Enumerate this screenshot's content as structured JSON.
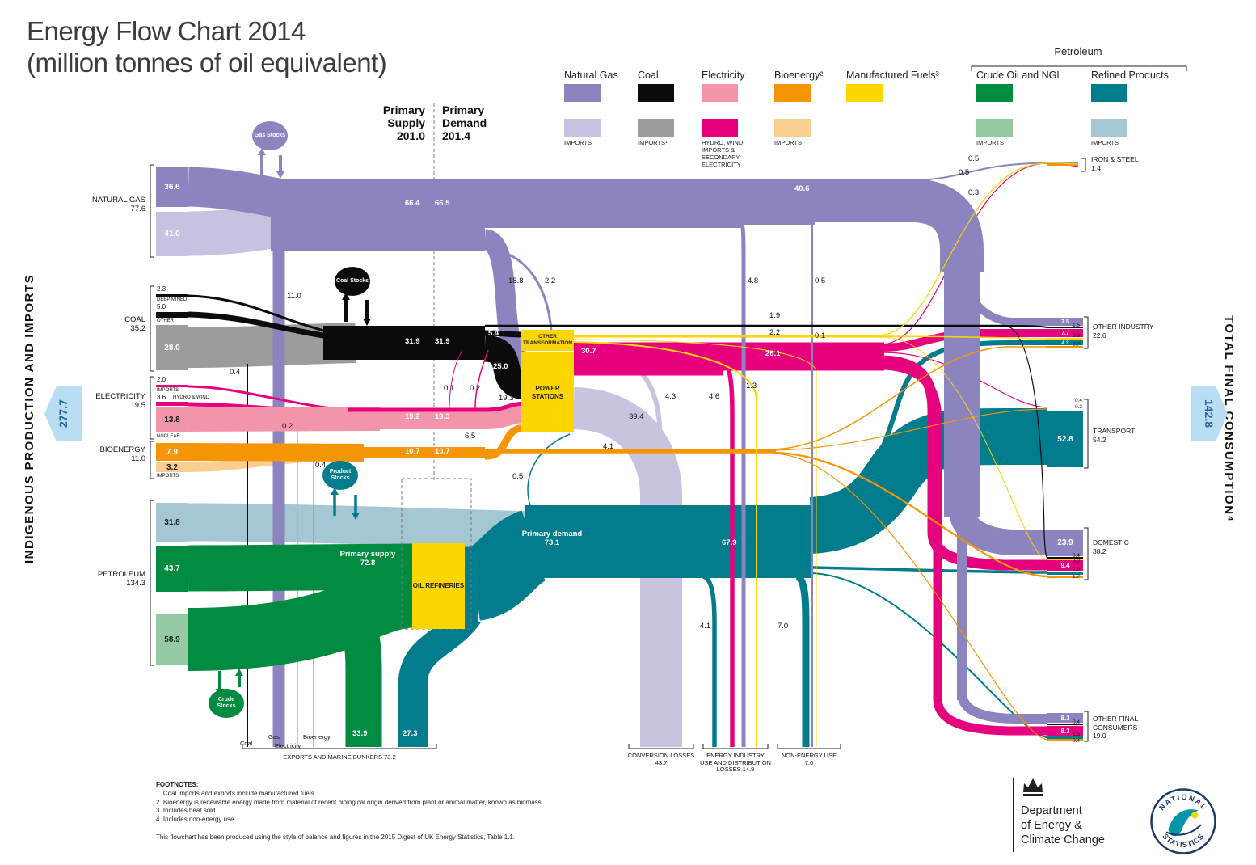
{
  "title": {
    "line1": "Energy Flow Chart 2014",
    "line2": "(million tonnes of oil equivalent)"
  },
  "colors": {
    "gas": "#8c84bf",
    "gasimp": "#c7c2e2",
    "coal": "#0b0b0b",
    "coalimp": "#9c9c9b",
    "elec": "#f295ab",
    "elec2": "#e6017e",
    "bio": "#f39504",
    "bioimp": "#f9cf8f",
    "mf": "#fdd501",
    "crude": "#008b41",
    "crudeimp": "#94c9a4",
    "ref": "#007c8c",
    "refimp": "#a5c6d3",
    "loss": "#c8c3df",
    "badge": "#b9ddf3",
    "badgetext": "#2a6496",
    "ink": "#1a1a1a"
  },
  "legend": {
    "petroleum_group": "Petroleum",
    "items": [
      {
        "label": "Natural Gas",
        "sub": "IMPORTS"
      },
      {
        "label": "Coal",
        "sub": "IMPORTS¹"
      },
      {
        "label": "Electricity",
        "sub": "HYDRO, WIND, IMPORTS & SECONDARY ELECTRICITY"
      },
      {
        "label": "Bioenergy²",
        "sub": "IMPORTS"
      },
      {
        "label": "Manufactured Fuels³",
        "sub": ""
      },
      {
        "label": "Crude Oil and NGL",
        "sub": "IMPORTS"
      },
      {
        "label": "Refined Products",
        "sub": "IMPORTS"
      }
    ]
  },
  "axes": {
    "left_label": "INDIGENOUS PRODUCTION AND IMPORTS",
    "left_total": "277.7",
    "right_label": "TOTAL FINAL CONSUMPTION⁴",
    "right_total": "142.8"
  },
  "headers": {
    "supply": [
      "Primary",
      "Supply",
      "201.0"
    ],
    "demand": [
      "Primary",
      "Demand",
      "201.4"
    ]
  },
  "sources": [
    {
      "name": "NATURAL GAS",
      "total": "77.6",
      "b0": "36.6",
      "b1": "41.0"
    },
    {
      "name": "COAL",
      "total": "35.2",
      "b0": "2.3",
      "l0": "DEEP MINED",
      "b1": "5.0",
      "l1": "OTHER",
      "b2": "28.0"
    },
    {
      "name": "ELECTRICITY",
      "total": "19.5",
      "b0": "2.0",
      "l0": "IMPORTS",
      "b1": "3.6",
      "l1": "HYDRO & WIND",
      "b2": "13.8",
      "l2": "NUCLEAR"
    },
    {
      "name": "BIOENERGY",
      "total": "11.0",
      "b0": "7.9",
      "b1": "3.2",
      "l1": "IMPORTS"
    },
    {
      "name": "PETROLEUM",
      "total": "134.3",
      "b0": "31.8",
      "b1": "43.7",
      "b2": "58.9"
    }
  ],
  "processes": {
    "other_transformation": "OTHER TRANSFORMATION",
    "power_stations": "POWER STATIONS",
    "oil_refineries": "OIL REFINERIES"
  },
  "stocks": {
    "gas": "Gas Stocks",
    "coal": "Coal Stocks",
    "product": "Product Stocks",
    "crude": "Crude Stocks"
  },
  "flows": {
    "gas_supply": "66.4",
    "gas_demand": "66.5",
    "gas_export": "11.0",
    "gas_to_ps": "18.8",
    "gas_to_ot": "2.2",
    "gas_right": "40.6",
    "gas_eiu": "4.8",
    "gas_neu": "0.5",
    "coal_supply": "31.9",
    "coal_demand": "31.9",
    "coal_export": "0.4",
    "coal_to_ot": "5.4",
    "coal_to_ps": "25.0",
    "coal_thin": "1.9",
    "elec_supply": "19.2",
    "elec_demand": "19.3",
    "elec_to_ps": "19.3",
    "elec_export": "0.2",
    "elec_ot1": "0.1",
    "elec_ot2": "0.2",
    "elec2_out": "30.7",
    "elec2_right": "26.1",
    "elec2_eiu": "4.6",
    "bio_supply": "10.7",
    "bio_demand": "10.7",
    "bio_export": "0.4",
    "bio_to_ps": "6.5",
    "bio_right": "4.1",
    "mf_out": "2.2",
    "mf_neu": "0.1",
    "mf_eiu": "1.3",
    "loss_ps": "39.4",
    "loss_ot": "4.3",
    "ref_right": "67.9",
    "ref_eiu": "4.1",
    "ref_neu": "7.0",
    "ref_sec": "0.5",
    "ref_export": "27.3",
    "crude_export": "33.9",
    "primary_supply_label": "Primary supply",
    "primary_supply_val": "72.8",
    "primary_demand_label": "Primary demand",
    "primary_demand_val": "73.1",
    "is_gas": "0.5",
    "is_mf": "0.5",
    "is_elec": "0.3"
  },
  "exports": {
    "coal": "Coal",
    "gas": "Gas",
    "electricity": "Electricity",
    "bioenergy": "Bioenergy",
    "caption": "EXPORTS AND MARINE BUNKERS 73.2"
  },
  "sinks": {
    "conversion": [
      "CONVERSION LOSSES",
      "43.7"
    ],
    "energy_industry": [
      "ENERGY INDUSTRY",
      "USE AND DISTRIBUTION",
      "LOSSES 14.9"
    ],
    "non_energy": [
      "NON-ENERGY USE",
      "7.6"
    ]
  },
  "destinations": [
    {
      "name": "IRON & STEEL",
      "total": "1.4"
    },
    {
      "name": "OTHER INDUSTRY",
      "total": "22.6",
      "v0": "7.5",
      "v1": "7.7",
      "v2": "4.3",
      "s0": "1.5",
      "s1": "0.9",
      "s2": "0.7"
    },
    {
      "name": "TRANSPORT",
      "total": "54.2",
      "v0": "52.8",
      "s0": "0.4",
      "s1": "0.2"
    },
    {
      "name": "DOMESTIC",
      "total": "38.2",
      "v0": "23.9",
      "v1": "9.4",
      "s0": "0.4",
      "s1": "0.2",
      "s2": "2.6",
      "s3": "1.7"
    },
    {
      "name": "OTHER FINAL CONSUMERS",
      "total": "19.0",
      "v0": "8.3",
      "v1": "8.3",
      "s0": "0.4",
      "s1": "1.5",
      "s2": "0.4"
    }
  ],
  "footnotes": {
    "heading": "FOOTNOTES:",
    "lines": [
      "1. Coal imports and exports include manufactured fuels.",
      "2. Bioenergy is renewable energy made from material of recent biological origin derived from plant or animal matter, known as biomass.",
      "3. Includes heat sold.",
      "4. Includes non-energy use."
    ],
    "credit": "This flowchart has been produced using the style of balance and figures in the 2015 Digest of UK Energy Statistics, Table 1.1."
  },
  "logos": {
    "decc": [
      "Department",
      "of Energy &",
      "Climate Change"
    ],
    "ns_top": "NATIONAL",
    "ns_bottom": "STATISTICS"
  },
  "chart_data": {
    "type": "sankey",
    "title": "Energy Flow Chart 2014",
    "unit": "million tonnes of oil equivalent",
    "totals": {
      "indigenous_production_and_imports": 277.7,
      "primary_supply": 201.0,
      "primary_demand": 201.4,
      "total_final_consumption": 142.8,
      "exports_and_marine_bunkers": 73.2,
      "conversion_losses": 43.7,
      "energy_industry_use_and_distribution_losses": 14.9,
      "non_energy_use": 7.6,
      "petroleum_primary_supply": 72.8,
      "petroleum_primary_demand": 73.1
    },
    "sources": [
      {
        "name": "Natural Gas",
        "total": 77.6,
        "parts": {
          "indigenous": 36.6,
          "imports": 41.0
        }
      },
      {
        "name": "Coal",
        "total": 35.2,
        "parts": {
          "deep_mined": 2.3,
          "other": 5.0,
          "imports": 28.0
        }
      },
      {
        "name": "Electricity",
        "total": 19.5,
        "parts": {
          "imports": 2.0,
          "hydro_wind": 3.6,
          "nuclear": 13.8
        }
      },
      {
        "name": "Bioenergy",
        "total": 11.0,
        "parts": {
          "indigenous": 7.9,
          "imports": 3.2
        }
      },
      {
        "name": "Petroleum",
        "total": 134.3,
        "parts": {
          "refined_imports": 31.8,
          "crude_indigenous": 43.7,
          "crude_imports": 58.9
        }
      }
    ],
    "links": [
      {
        "source": "Natural Gas",
        "target": "Primary supply",
        "value": 66.4
      },
      {
        "source": "Natural Gas",
        "target": "Exports",
        "value": 11.0
      },
      {
        "source": "Natural Gas",
        "target": "Power stations",
        "value": 18.8
      },
      {
        "source": "Natural Gas",
        "target": "Other transformation",
        "value": 2.2
      },
      {
        "source": "Natural Gas",
        "target": "Final consumption",
        "value": 40.6
      },
      {
        "source": "Natural Gas",
        "target": "Energy industry use",
        "value": 4.8
      },
      {
        "source": "Natural Gas",
        "target": "Non-energy use",
        "value": 0.5
      },
      {
        "source": "Coal",
        "target": "Primary supply",
        "value": 31.9
      },
      {
        "source": "Coal",
        "target": "Exports",
        "value": 0.4
      },
      {
        "source": "Coal",
        "target": "Other transformation",
        "value": 5.4
      },
      {
        "source": "Coal",
        "target": "Power stations",
        "value": 25.0
      },
      {
        "source": "Coal",
        "target": "Final consumption",
        "value": 1.9
      },
      {
        "source": "Electricity",
        "target": "Primary supply",
        "value": 19.2
      },
      {
        "source": "Electricity",
        "target": "Exports",
        "value": 0.2
      },
      {
        "source": "Electricity",
        "target": "Power stations",
        "value": 19.3
      },
      {
        "source": "Power stations",
        "target": "Electricity distributed",
        "value": 30.7
      },
      {
        "source": "Power stations",
        "target": "Conversion losses",
        "value": 39.4
      },
      {
        "source": "Other transformation",
        "target": "Conversion losses",
        "value": 4.3
      },
      {
        "source": "Electricity distributed",
        "target": "Energy industry use",
        "value": 4.6
      },
      {
        "source": "Electricity distributed",
        "target": "Final consumption",
        "value": 26.1
      },
      {
        "source": "Bioenergy",
        "target": "Primary supply",
        "value": 10.7
      },
      {
        "source": "Bioenergy",
        "target": "Exports",
        "value": 0.4
      },
      {
        "source": "Bioenergy",
        "target": "Power stations",
        "value": 6.5
      },
      {
        "source": "Bioenergy",
        "target": "Final consumption",
        "value": 4.1
      },
      {
        "source": "Crude oil",
        "target": "Oil refineries",
        "value": 72.8
      },
      {
        "source": "Crude oil",
        "target": "Exports",
        "value": 33.9
      },
      {
        "source": "Oil refineries",
        "target": "Refined products",
        "value": 73.1
      },
      {
        "source": "Refined products",
        "target": "Exports",
        "value": 27.3
      },
      {
        "source": "Refined products",
        "target": "Final consumption",
        "value": 67.9
      },
      {
        "source": "Refined products",
        "target": "Energy industry use",
        "value": 4.1
      },
      {
        "source": "Refined products",
        "target": "Non-energy use",
        "value": 7.0
      },
      {
        "source": "Refined products",
        "target": "Secondary electricity",
        "value": 0.5
      },
      {
        "source": "Manufactured fuels",
        "target": "Final consumption",
        "value": 2.2
      },
      {
        "source": "Manufactured fuels",
        "target": "Energy industry use",
        "value": 1.3
      },
      {
        "source": "Manufactured fuels",
        "target": "Non-energy use",
        "value": 0.1
      }
    ],
    "final_consumption": [
      {
        "name": "Iron & Steel",
        "total": 1.4,
        "parts": {
          "natural_gas": 0.5,
          "manufactured_fuels": 0.5,
          "electricity": 0.3
        }
      },
      {
        "name": "Other Industry",
        "total": 22.6,
        "parts": {
          "natural_gas": 7.5,
          "coal": 1.5,
          "electricity": 7.7,
          "manufactured_fuels": 0.9,
          "petroleum": 4.3,
          "bioenergy": 0.7
        }
      },
      {
        "name": "Transport",
        "total": 54.2,
        "parts": {
          "petroleum": 52.8,
          "bioenergy": 0.4,
          "other": 0.2
        }
      },
      {
        "name": "Domestic",
        "total": 38.2,
        "parts": {
          "natural_gas": 23.9,
          "coal": 0.4,
          "manufactured_fuels": 0.2,
          "electricity": 9.4,
          "petroleum": 2.6,
          "bioenergy": 1.7
        }
      },
      {
        "name": "Other Final Consumers",
        "total": 19.0,
        "parts": {
          "natural_gas": 8.3,
          "coal": 0.4,
          "electricity": 8.3,
          "petroleum": 1.5,
          "bioenergy": 0.4
        }
      }
    ]
  }
}
